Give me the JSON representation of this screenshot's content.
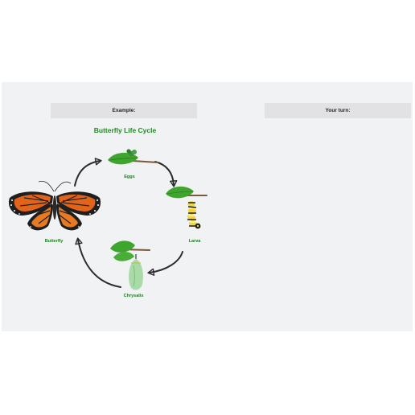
{
  "example_header": "Example:",
  "yourturn_header": "Your turn:",
  "diagram": {
    "title": "Butterfly Life Cycle",
    "stages": {
      "eggs": "Eggs",
      "larva": "Larva",
      "chrysalis": "Chrysalis",
      "butterfly": "Butterfly"
    }
  },
  "colors": {
    "board": "#f1f2f4",
    "header_box": "#e2e2e4",
    "label_green": "#1f7d1f",
    "butterfly_orange": "#e2641a",
    "leaf_green": "#3ea52f",
    "arrow": "#2b2b2b"
  },
  "icons": [
    "butterfly-icon",
    "eggs-on-leaf-icon",
    "caterpillar-icon",
    "chrysalis-icon",
    "cycle-arrow-icon"
  ]
}
